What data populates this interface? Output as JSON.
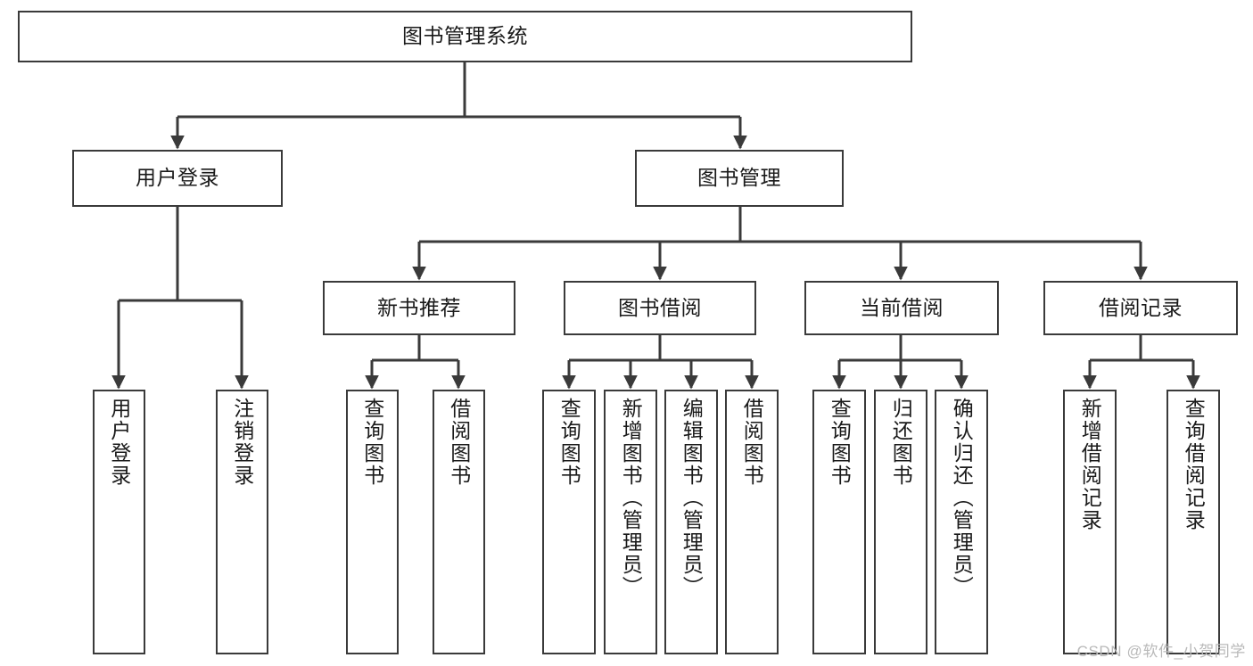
{
  "diagram": {
    "title": "图书管理系统",
    "type": "tree-hierarchy",
    "root": {
      "label": "图书管理系统"
    },
    "level2": [
      {
        "label": "用户登录"
      },
      {
        "label": "图书管理"
      }
    ],
    "level3": [
      {
        "label": "新书推荐"
      },
      {
        "label": "图书借阅"
      },
      {
        "label": "当前借阅"
      },
      {
        "label": "借阅记录"
      }
    ],
    "leaves": [
      {
        "label": "用户登录",
        "parent": "用户登录"
      },
      {
        "label": "注销登录",
        "parent": "用户登录"
      },
      {
        "label": "查询图书",
        "parent": "新书推荐"
      },
      {
        "label": "借阅图书",
        "parent": "新书推荐"
      },
      {
        "label": "查询图书",
        "parent": "图书借阅"
      },
      {
        "label": "新增图书（管理员）",
        "parent": "图书借阅"
      },
      {
        "label": "编辑图书（管理员）",
        "parent": "图书借阅"
      },
      {
        "label": "借阅图书",
        "parent": "图书借阅"
      },
      {
        "label": "查询图书",
        "parent": "当前借阅"
      },
      {
        "label": "归还图书",
        "parent": "当前借阅"
      },
      {
        "label": "确认归还（管理员）",
        "parent": "当前借阅"
      },
      {
        "label": "新增借阅记录",
        "parent": "借阅记录"
      },
      {
        "label": "查询借阅记录",
        "parent": "借阅记录"
      }
    ]
  },
  "watermark": {
    "text": "CSDN @软件_小贺同学"
  },
  "colors": {
    "node_border": "#3a3a3a",
    "node_fill": "#ffffff",
    "connector": "#3a3a3a",
    "text": "#1a1a1a",
    "watermark": "#b9b9b9"
  }
}
